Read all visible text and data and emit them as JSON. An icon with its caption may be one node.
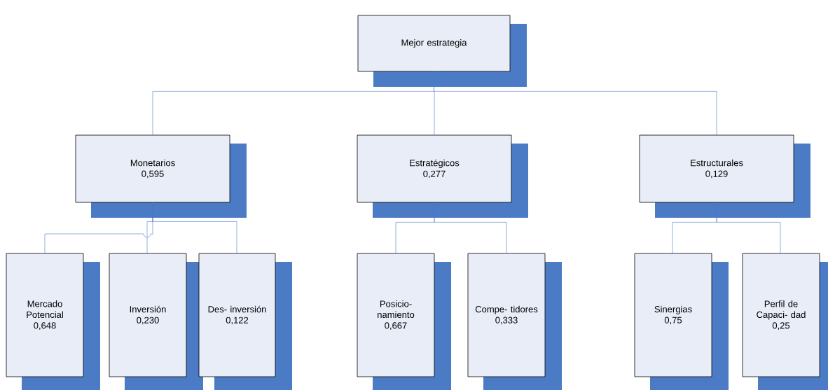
{
  "diagram": {
    "nodes": [
      {
        "text": [
          "Mejor estrategia"
        ]
      },
      {
        "text": [
          "Monetarios",
          "0,595"
        ]
      },
      {
        "text": [
          "Estratégicos",
          "0,277"
        ]
      },
      {
        "text": [
          "Estructurales",
          "0,129"
        ]
      },
      {
        "text": [
          "Mercado Potencial",
          "0,648"
        ]
      },
      {
        "text": [
          "Inversión",
          "0,230"
        ]
      },
      {
        "text": [
          "Des- inversión",
          "0,122"
        ]
      },
      {
        "text": [
          "Posicio- namiento",
          "0,667"
        ]
      },
      {
        "text": [
          "Compe- tidores",
          "0,333"
        ]
      },
      {
        "text": [
          "Sinergias",
          "0,75"
        ]
      },
      {
        "text": [
          "Perfil de Capaci- dad",
          "0,25"
        ]
      }
    ],
    "edges": [
      {
        "from": 0,
        "to": 1,
        "arrow": "none"
      },
      {
        "from": 0,
        "to": 2,
        "arrow": "none"
      },
      {
        "from": 0,
        "to": 3,
        "arrow": "none"
      },
      {
        "from": 1,
        "to": 4,
        "arrow": "none"
      },
      {
        "from": 1,
        "to": 5,
        "arrow": "none"
      },
      {
        "from": 1,
        "to": 6,
        "arrow": "none"
      },
      {
        "from": 2,
        "to": 7,
        "arrow": "none"
      },
      {
        "from": 2,
        "to": 8,
        "arrow": "none"
      },
      {
        "from": 3,
        "to": 9,
        "arrow": "none"
      },
      {
        "from": 3,
        "to": 10,
        "arrow": "none"
      }
    ]
  }
}
